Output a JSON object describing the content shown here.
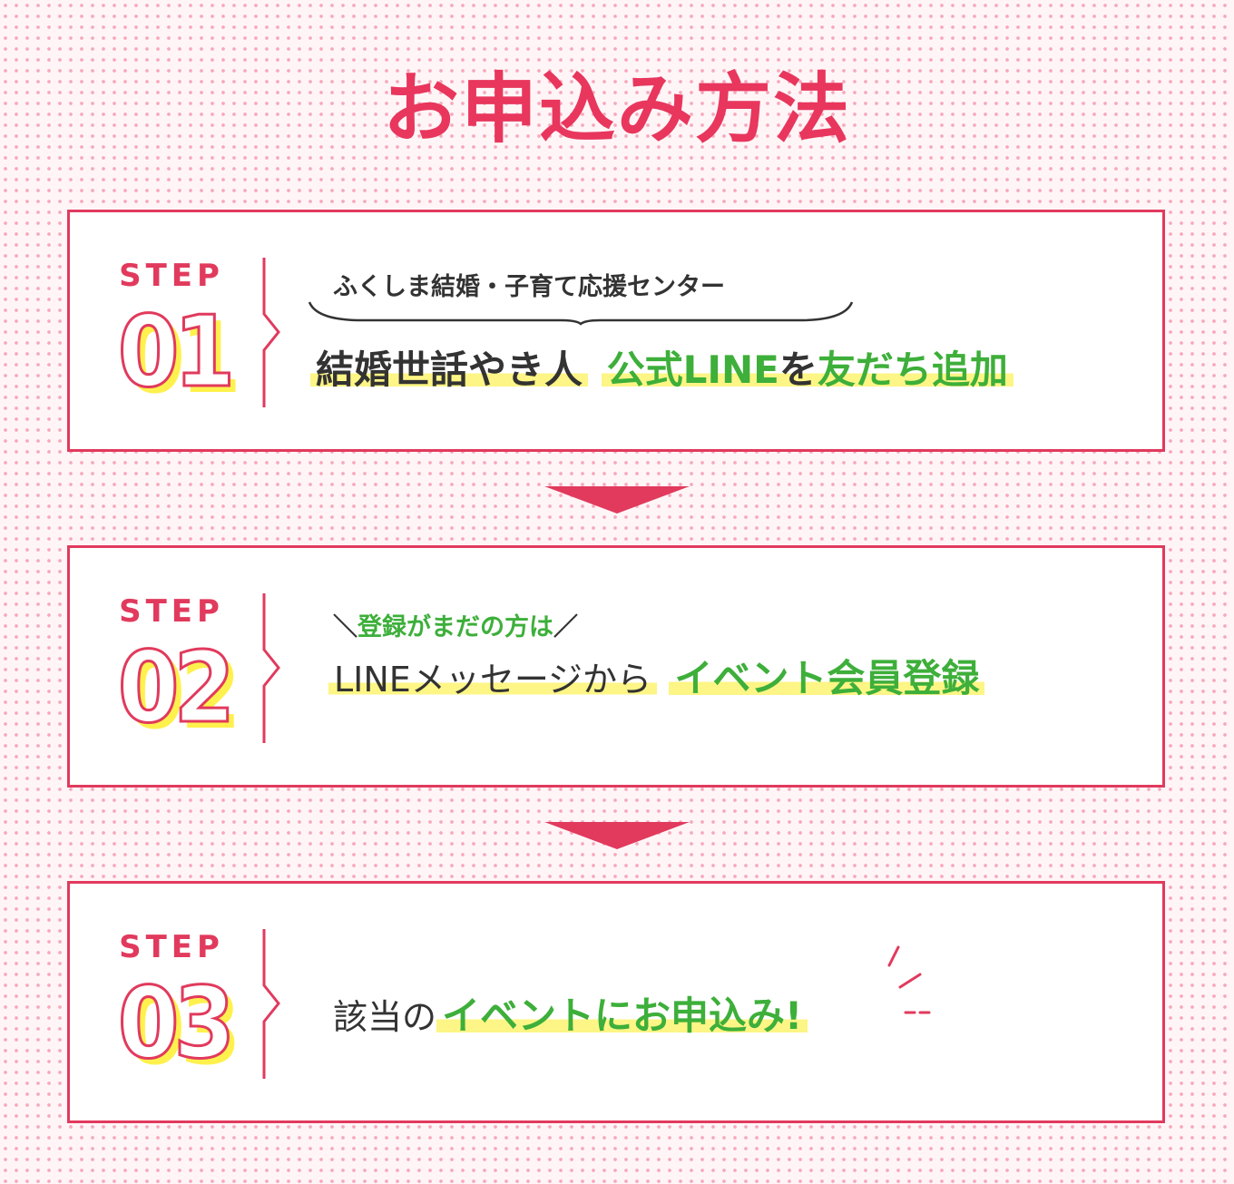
{
  "page_title": "お申込み方法",
  "step_label": "STEP",
  "steps": [
    {
      "number": "01",
      "sub": "ふくしま結婚・子育て応援センター",
      "main_dark": "結婚世話やき人",
      "main_green_a": "公式LINE",
      "main_particle": "を",
      "main_green_b": "友だち追加"
    },
    {
      "number": "02",
      "sub_left_slash": "＼",
      "sub": "登録がまだの方は",
      "sub_right_slash": "／",
      "main_dark": "LINEメッセージから",
      "main_green": "イベント会員登録"
    },
    {
      "number": "03",
      "main_dark": "該当の",
      "main_green": "イベント",
      "main_green_b": "にお申込み!"
    }
  ],
  "colors": {
    "accent": "#e13a5d",
    "green": "#3daf3a",
    "highlight": "#fdf585",
    "dots": "#f7a9bc"
  }
}
